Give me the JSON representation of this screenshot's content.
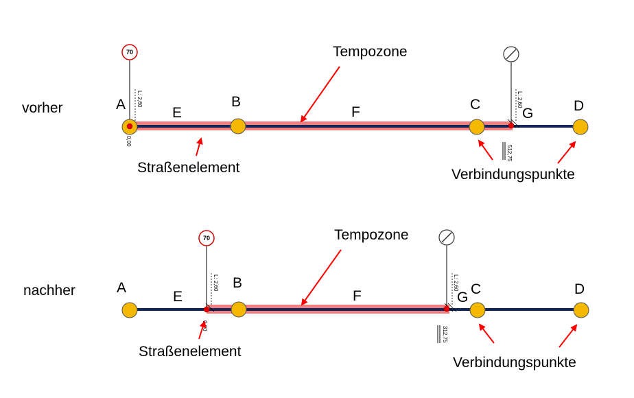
{
  "colors": {
    "road": "#13265a",
    "zone": "#f08080",
    "node_fill": "#f5b800",
    "node_stroke": "#555555",
    "connector": "#e00000",
    "arrow": "#ff0000",
    "sign_ring": "#d00000"
  },
  "panels": [
    {
      "title": "vorher",
      "nodes": [
        "A",
        "B",
        "C",
        "D"
      ],
      "segments": [
        "E",
        "F",
        "G"
      ],
      "sign_start": "70",
      "sign_end_icon": "end-restriction-sign-icon",
      "start_len": "L: 2,60",
      "start_station": "0,00",
      "end_len": "L: 2,60",
      "end_station": "512,75",
      "zone_label": "Tempozone",
      "element_label": "Straßenelement",
      "connector_label": "Verbindungspunkte"
    },
    {
      "title": "nachher",
      "nodes": [
        "A",
        "B",
        "C",
        "D"
      ],
      "segments": [
        "E",
        "F",
        "G"
      ],
      "sign_start": "70",
      "sign_end_icon": "end-restriction-sign-icon",
      "start_len": "L: 2,60",
      "start_station": "0,00",
      "end_len": "L: 2,60",
      "end_station": "312,75",
      "zone_label": "Tempozone",
      "element_label": "Straßenelement",
      "connector_label": "Verbindungspunkte"
    }
  ]
}
